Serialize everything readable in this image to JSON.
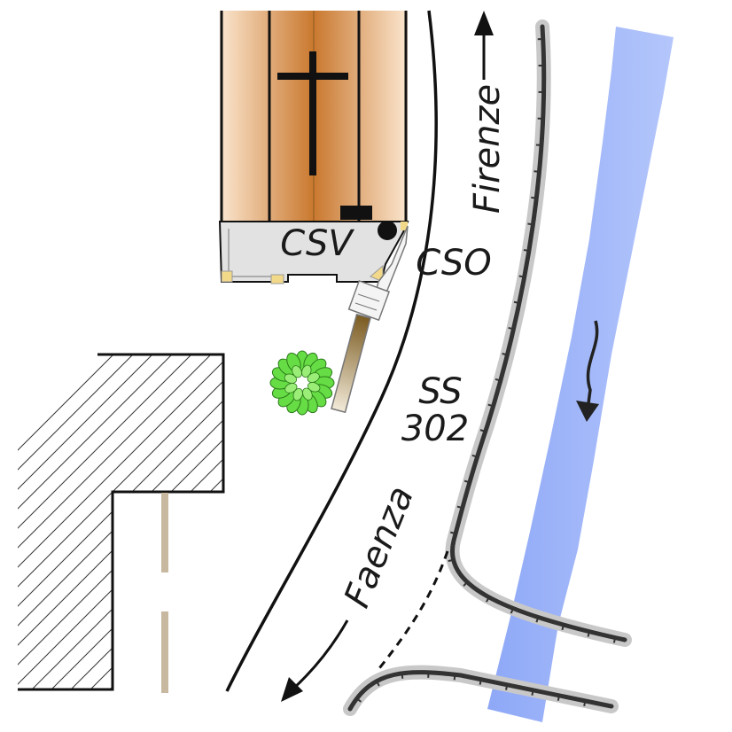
{
  "labels": {
    "building": "CSV",
    "junction": "CSO",
    "road_line1": "SS",
    "road_line2": "302",
    "north_destination": "Firenze",
    "south_destination": "Faenza"
  },
  "colors": {
    "river": "#8aa6f5",
    "wall_dark": "#3a3a3a",
    "wall_light": "#c8c8c8",
    "bush": "#66dd44",
    "church_wood": "#d28a3c",
    "forecourt": "#e2e2e2",
    "footpath": "#c8b8a0"
  },
  "icons": {
    "cross": "cross-icon",
    "bush": "bush-icon",
    "flow": "flow-arrow-icon"
  }
}
